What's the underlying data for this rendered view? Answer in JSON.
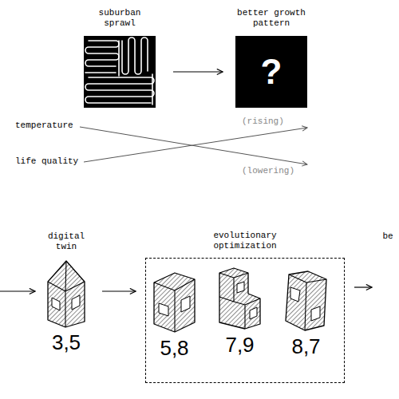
{
  "diagram": {
    "nodes": [
      {
        "text": [
          "suburban sprawl"
        ]
      },
      {
        "text": [
          "better growth pattern",
          "?"
        ]
      },
      {
        "text": [
          "digital twin",
          "3,5"
        ]
      },
      {
        "text": [
          "evolutionary optimization"
        ]
      },
      {
        "text": [
          "5,8"
        ],
        "in": 3
      },
      {
        "text": [
          "7,9"
        ],
        "in": 3
      },
      {
        "text": [
          "8,7"
        ],
        "in": 3
      },
      {
        "text": [
          "be"
        ]
      }
    ],
    "edges": [
      {
        "from": 0,
        "to": 1,
        "arrow": "to"
      },
      {
        "from": 2,
        "to": 3,
        "arrow": "to"
      },
      {
        "from": 3,
        "to": 7,
        "arrow": "to"
      }
    ],
    "labels": [
      "temperature",
      "life quality",
      "(rising)",
      "(lowering)"
    ]
  }
}
